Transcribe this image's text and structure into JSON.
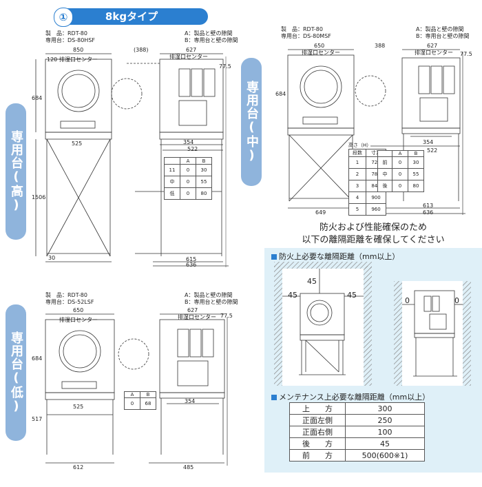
{
  "banner": {
    "number": "①",
    "title": "8kgタイプ"
  },
  "pills": {
    "high": "専用台(高)",
    "mid": "専用台(中)",
    "low": "専用台(低)"
  },
  "high": {
    "product": "製　品：RDT-80",
    "stand": "専用台：DS-80HSF",
    "noteA": "A：製品と壁の隙間",
    "noteB": "B：専用台と壁の隙間",
    "dims": {
      "w850": "850",
      "d627": "627",
      "w120": "120",
      "w388": "(388)",
      "h684": "684",
      "w525": "525",
      "w354": "354",
      "w522": "522",
      "w615": "615",
      "w636": "636",
      "w30": "30",
      "h1506": "1506",
      "h77": "77.5",
      "vent": "排湿口センター"
    }
  },
  "mid": {
    "product": "製　品：RDT-80",
    "stand": "専用台：DS-80MSF",
    "noteA": "A：製品と壁の隙間",
    "noteB": "B：専用台と壁の隙間",
    "dims": {
      "w650": "650",
      "d627": "627",
      "w388": "388",
      "h684": "684",
      "w354": "354",
      "w522": "522",
      "w649": "649",
      "w613": "613",
      "w636": "636",
      "h77": "77.5",
      "vent": "排湿口センター"
    }
  },
  "low": {
    "product": "製　品：RDT-80",
    "stand": "専用台：DS-52LSF",
    "noteA": "A：製品と壁の隙間",
    "noteB": "B：専用台と壁の隙間",
    "dims": {
      "w650": "650",
      "d627": "627",
      "h684": "684",
      "w525": "525",
      "w354": "354",
      "h517": "517",
      "w612": "612",
      "w485": "485",
      "h77": "77.5",
      "vent": "排湿口センター"
    }
  },
  "abTables": {
    "highAB": {
      "headers": [
        "A",
        "B"
      ],
      "rows": [
        [
          "11",
          "0",
          "30"
        ],
        [
          "中",
          "0",
          "55"
        ],
        [
          "低",
          "0",
          "80"
        ]
      ]
    },
    "midAB": {
      "headers": [
        "A",
        "B"
      ],
      "rows": [
        [
          "前",
          "0",
          "30"
        ],
        [
          "中",
          "0",
          "55"
        ],
        [
          "後",
          "0",
          "80"
        ]
      ]
    },
    "lowAB": {
      "headers": [
        "A",
        "B"
      ],
      "rows": [
        [
          "0",
          "68"
        ]
      ]
    }
  },
  "midHeight": {
    "title": "高さ（H）",
    "headers": [
      "段数",
      "寸法"
    ],
    "rows": [
      [
        "1",
        "720"
      ],
      [
        "2",
        "780"
      ],
      [
        "3",
        "840"
      ],
      [
        "4",
        "900"
      ],
      [
        "5",
        "960"
      ]
    ]
  },
  "note": {
    "line1": "防火および性能確保のため",
    "line2": "以下の離隔距離を確保してください"
  },
  "fire": {
    "heading": "防火上必要な離隔距離（mm以上）",
    "left": "45",
    "top": "45",
    "right": "45",
    "side1": "0",
    "side2": "0"
  },
  "maint": {
    "heading": "メンテナンス上必要な離隔距離（mm以上）",
    "rows": [
      {
        "label": "上　　方",
        "value": "300"
      },
      {
        "label": "正面左側",
        "value": "250"
      },
      {
        "label": "正面右側",
        "value": "100"
      },
      {
        "label": "後　　方",
        "value": "45"
      },
      {
        "label": "前　　方",
        "value": "500(600※1)"
      }
    ]
  }
}
